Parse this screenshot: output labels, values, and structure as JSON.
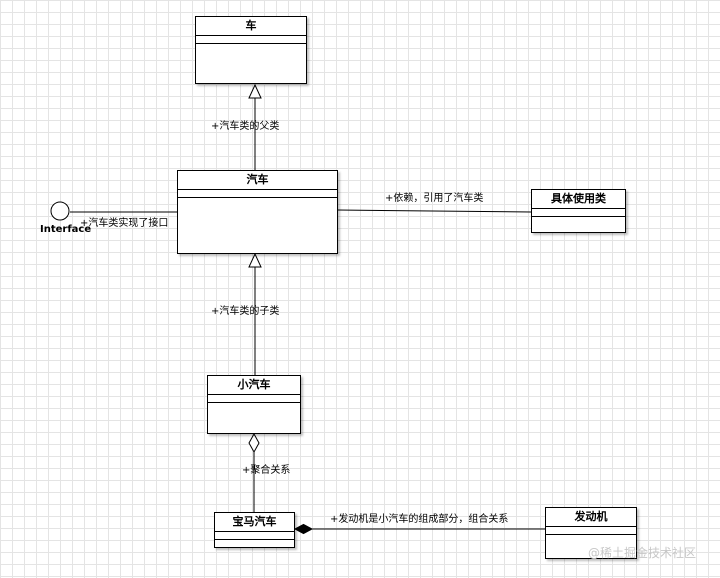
{
  "classes": {
    "che": "车",
    "qiche": "汽车",
    "juti": "具体使用类",
    "xiaoqiche": "小汽车",
    "baoma": "宝马汽车",
    "fadongji": "发动机"
  },
  "interface_label": "Interface",
  "relations": {
    "parent": "+汽车类的父类",
    "implements": "+汽车类实现了接口",
    "dependency": "+依赖，引用了汽车类",
    "child": "+汽车类的子类",
    "aggregation": "+聚合关系",
    "composition": "+发动机是小汽车的组成部分，组合关系"
  },
  "watermark": "@稀土掘金技术社区"
}
